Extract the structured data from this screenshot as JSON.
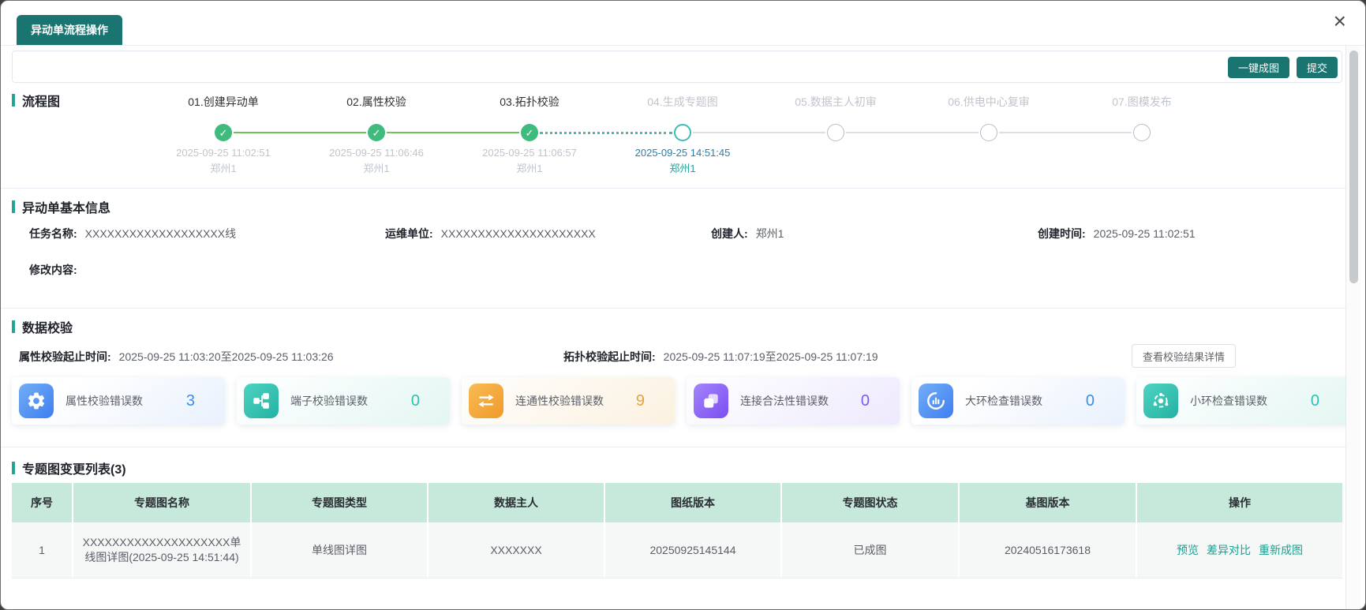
{
  "dialog": {
    "title": "异动单流程操作",
    "close_icon": "×"
  },
  "toolbar": {
    "one_click_map_button": "一键成图",
    "submit_button": "提交"
  },
  "flow_section": {
    "title": "流程图",
    "steps": [
      {
        "label": "01.创建异动单",
        "time": "2025-09-25 11:02:51",
        "user": "郑州1",
        "status": "done"
      },
      {
        "label": "02.属性校验",
        "time": "2025-09-25 11:06:46",
        "user": "郑州1",
        "status": "done"
      },
      {
        "label": "03.拓扑校验",
        "time": "2025-09-25 11:06:57",
        "user": "郑州1",
        "status": "done"
      },
      {
        "label": "04.生成专题图",
        "time": "2025-09-25 14:51:45",
        "user": "郑州1",
        "status": "current"
      },
      {
        "label": "05.数据主人初审",
        "time": "",
        "user": "",
        "status": "pending"
      },
      {
        "label": "06.供电中心复审",
        "time": "",
        "user": "",
        "status": "pending"
      },
      {
        "label": "07.图模发布",
        "time": "",
        "user": "",
        "status": "pending"
      }
    ]
  },
  "basic_info_section": {
    "title": "异动单基本信息",
    "task_name_label": "任务名称:",
    "task_name_value": "XXXXXXXXXXXXXXXXXXX线",
    "maint_unit_label": "运维单位:",
    "maint_unit_value": "XXXXXXXXXXXXXXXXXXXXX",
    "creator_label": "创建人:",
    "creator_value": "郑州1",
    "create_time_label": "创建时间:",
    "create_time_value": "2025-09-25 11:02:51",
    "modify_label": "修改内容:",
    "modify_value": ""
  },
  "validation_section": {
    "title": "数据校验",
    "attr_time_label": "属性校验起止时间:",
    "attr_time_value": "2025-09-25 11:03:20至2025-09-25 11:03:26",
    "topo_time_label": "拓扑校验起止时间:",
    "topo_time_value": "2025-09-25 11:07:19至2025-09-25 11:07:19",
    "detail_button": "查看校验结果详情",
    "cards": [
      {
        "label": "属性校验错误数",
        "value": "3",
        "color": "#3a8ee6",
        "icon": "gear-icon"
      },
      {
        "label": "端子校验错误数",
        "value": "0",
        "color": "#2cc0b4",
        "icon": "terminal-nodes-icon"
      },
      {
        "label": "连通性校验错误数",
        "value": "9",
        "color": "#e8a23d",
        "icon": "swap-arrows-icon"
      },
      {
        "label": "连接合法性错误数",
        "value": "0",
        "color": "#7a5af8",
        "icon": "overlap-link-icon"
      },
      {
        "label": "大环检查错误数",
        "value": "0",
        "color": "#3a8ee6",
        "icon": "loop-chart-icon"
      },
      {
        "label": "小环检查错误数",
        "value": "0",
        "color": "#2cc0b4",
        "icon": "orbit-icon"
      }
    ]
  },
  "table_section": {
    "title": "专题图变更列表(3)",
    "columns": [
      "序号",
      "专题图名称",
      "专题图类型",
      "数据主人",
      "图纸版本",
      "专题图状态",
      "基图版本",
      "操作"
    ],
    "rows": [
      {
        "index": "1",
        "name": "XXXXXXXXXXXXXXXXXXXX单线图详图(2025-09-25 14:51:44)",
        "type": "单线图详图",
        "owner": "XXXXXXX",
        "drawing_version": "20250925145144",
        "status": "已成图",
        "base_version": "20240516173618",
        "actions": [
          "预览",
          "差异对比",
          "重新成图"
        ]
      }
    ]
  },
  "colors": {
    "accent_teal": "#1a7470",
    "section_bar_teal": "#23a596",
    "done_circle_green": "#3fbb7d",
    "line_green": "#70c158",
    "current_step_teal": "#3fbdb2",
    "current_time_blue": "#2b7fa8",
    "link_teal": "#1d9e8e",
    "table_header_bg": "#c7e9dc"
  }
}
